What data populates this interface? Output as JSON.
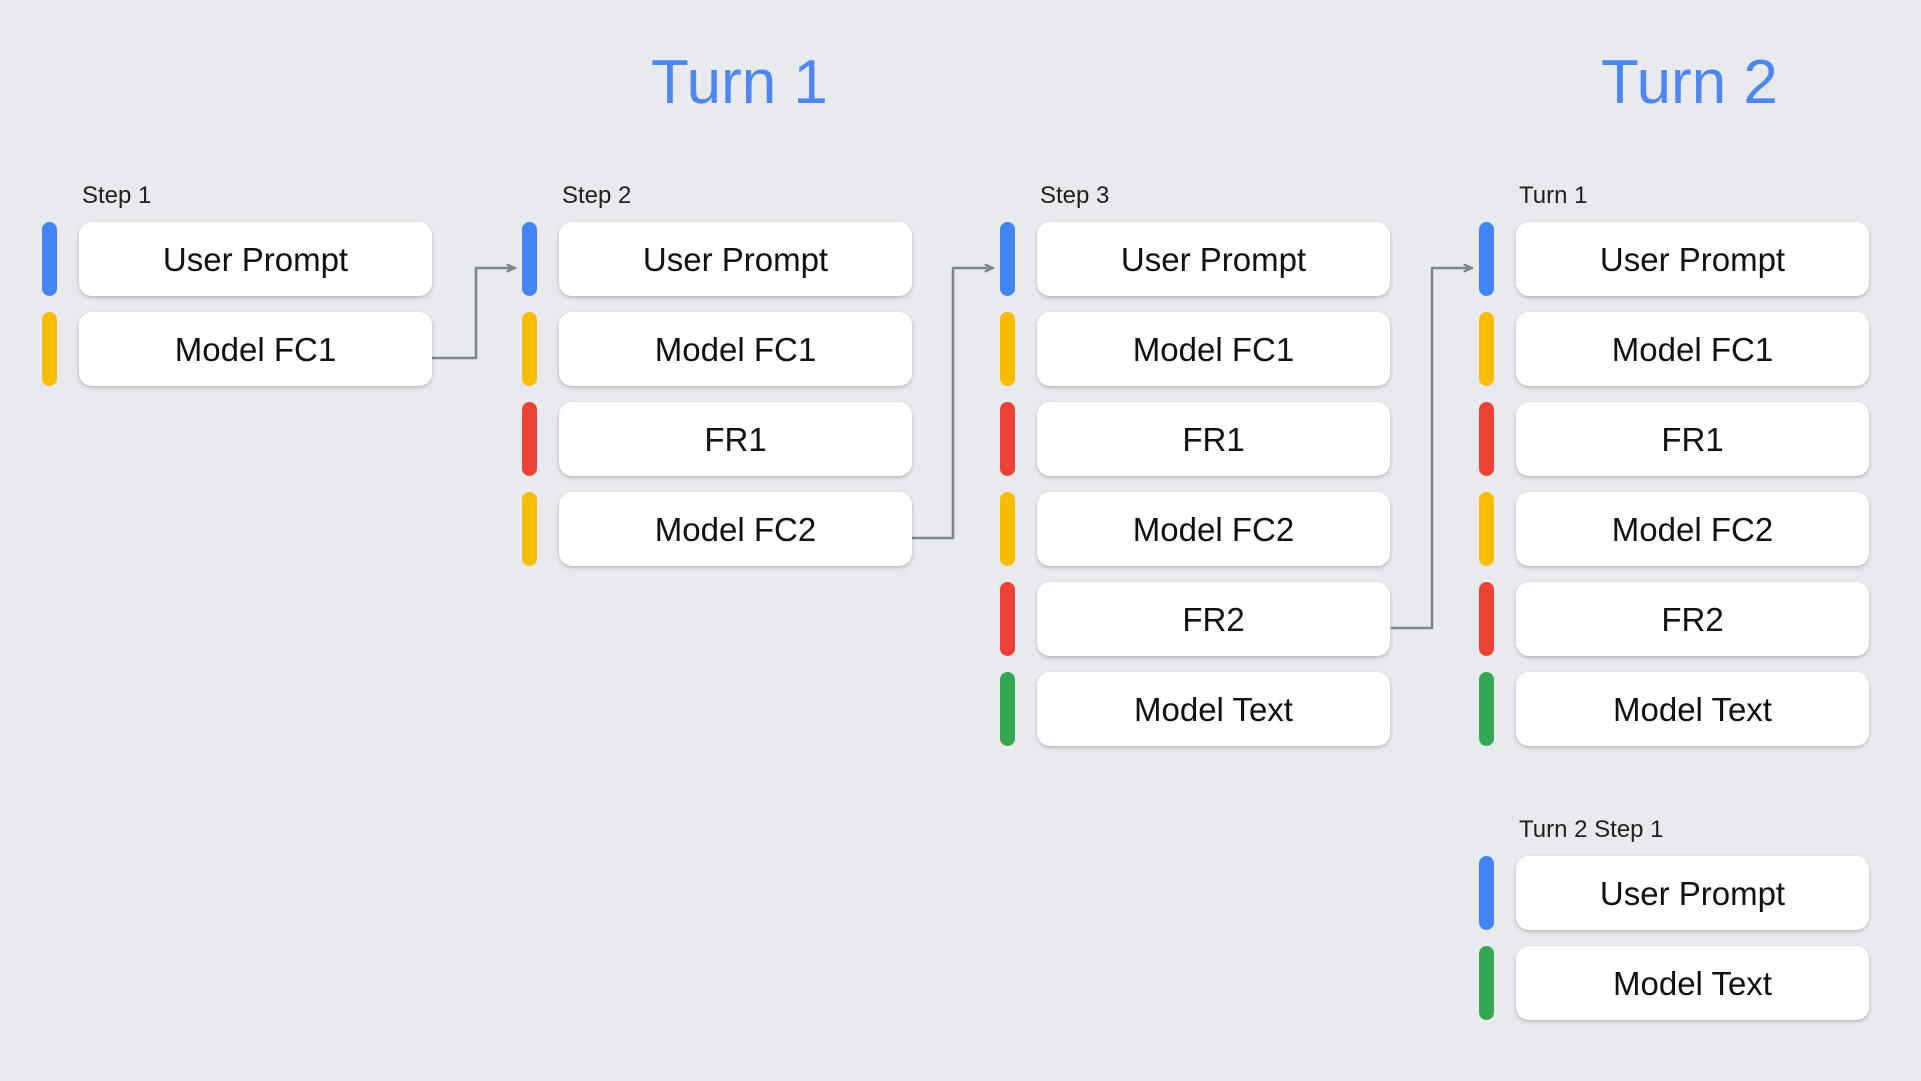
{
  "background_color": "#e8eaed",
  "headings": [
    {
      "id": "turn-1",
      "text": "Turn 1"
    },
    {
      "id": "turn-2",
      "text": "Turn 2"
    }
  ],
  "palette": {
    "user_prompt": "#4285f4",
    "model_fc": "#fbbc04",
    "function_response": "#ea4335",
    "model_text": "#34a853",
    "card": "#ffffff",
    "arrow": "#80868b",
    "title": "#4d87f0",
    "text": "#111111"
  },
  "legend_roles": {
    "blue": "user_prompt",
    "yellow": "model_fc",
    "red": "function_response",
    "green": "model_text"
  },
  "columns": [
    {
      "id": "step-1",
      "label": "Step 1",
      "rows": [
        {
          "label": "User Prompt",
          "color": "#4285f4",
          "role": "user_prompt"
        },
        {
          "label": "Model FC1",
          "color": "#fbbc04",
          "role": "model_fc"
        }
      ]
    },
    {
      "id": "step-2",
      "label": "Step 2",
      "rows": [
        {
          "label": "User Prompt",
          "color": "#4285f4",
          "role": "user_prompt"
        },
        {
          "label": "Model FC1",
          "color": "#fbbc04",
          "role": "model_fc"
        },
        {
          "label": "FR1",
          "color": "#ea4335",
          "role": "function_response"
        },
        {
          "label": "Model FC2",
          "color": "#fbbc04",
          "role": "model_fc"
        }
      ]
    },
    {
      "id": "step-3",
      "label": "Step 3",
      "rows": [
        {
          "label": "User Prompt",
          "color": "#4285f4",
          "role": "user_prompt"
        },
        {
          "label": "Model FC1",
          "color": "#fbbc04",
          "role": "model_fc"
        },
        {
          "label": "FR1",
          "color": "#ea4335",
          "role": "function_response"
        },
        {
          "label": "Model FC2",
          "color": "#fbbc04",
          "role": "model_fc"
        },
        {
          "label": "FR2",
          "color": "#ea4335",
          "role": "function_response"
        },
        {
          "label": "Model Text",
          "color": "#34a853",
          "role": "model_text"
        }
      ]
    },
    {
      "id": "turn2-turn-1",
      "label": "Turn 1",
      "rows": [
        {
          "label": "User Prompt",
          "color": "#4285f4",
          "role": "user_prompt"
        },
        {
          "label": "Model FC1",
          "color": "#fbbc04",
          "role": "model_fc"
        },
        {
          "label": "FR1",
          "color": "#ea4335",
          "role": "function_response"
        },
        {
          "label": "Model FC2",
          "color": "#fbbc04",
          "role": "model_fc"
        },
        {
          "label": "FR2",
          "color": "#ea4335",
          "role": "function_response"
        },
        {
          "label": "Model Text",
          "color": "#34a853",
          "role": "model_text"
        }
      ]
    },
    {
      "id": "turn2-step-1",
      "label": "Turn 2 Step 1",
      "rows": [
        {
          "label": "User Prompt",
          "color": "#4285f4",
          "role": "user_prompt"
        },
        {
          "label": "Model Text",
          "color": "#34a853",
          "role": "model_text"
        }
      ]
    }
  ],
  "connectors": [
    {
      "id": "arrow-step1-to-step2",
      "from": "step-1.Model FC1",
      "to": "step-2.User Prompt"
    },
    {
      "id": "arrow-step2-to-step3",
      "from": "step-2.Model FC2",
      "to": "step-3.User Prompt"
    },
    {
      "id": "arrow-step3-to-turn1",
      "from": "step-3.FR2",
      "to": "turn2-turn-1.User Prompt"
    }
  ]
}
